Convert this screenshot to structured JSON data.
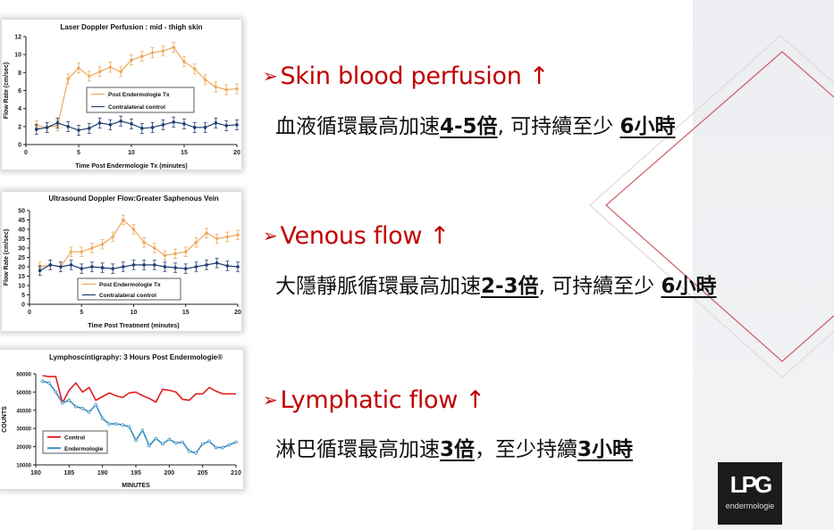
{
  "sections": [
    {
      "heading": "Skin blood perfusion ↑",
      "body_pre": "血液循環最高加速",
      "body_em1": "4-5倍",
      "body_mid": ", 可持續至少 ",
      "body_em2": "6小時"
    },
    {
      "heading": "Venous flow ↑",
      "body_pre": "大隱靜脈循環最高加速",
      "body_em1": "2-3倍",
      "body_mid": ", 可持續至少 ",
      "body_em2": "6小時"
    },
    {
      "heading": "Lymphatic flow ↑",
      "body_pre": "淋巴循環最高加速",
      "body_em1": "3倍",
      "body_mid": "，至少持續",
      "body_em2": "3小時"
    }
  ],
  "bullet": "➢",
  "logo": {
    "text": "LPG",
    "sub": "endermologie"
  },
  "colors": {
    "heading": "#c00000",
    "orange": "#f0a85a",
    "blue": "#1f3f73",
    "red": "#e02020",
    "teal": "#3a8cc0",
    "deco": "#c9404a"
  },
  "chart_data": [
    {
      "type": "line",
      "title": "Laser Doppler Perfusion : mid - thigh skin",
      "xlabel": "Time Post Endermologie Tx (minutes)",
      "ylabel": "Flow Rate (cm/sec)",
      "xlim": [
        0,
        20
      ],
      "ylim": [
        0,
        12
      ],
      "xticks": [
        0,
        5,
        10,
        15,
        20
      ],
      "yticks": [
        0,
        2,
        4,
        6,
        8,
        10,
        12
      ],
      "legend_position": "center",
      "x": [
        1,
        2,
        3,
        4,
        5,
        6,
        7,
        8,
        9,
        10,
        11,
        12,
        13,
        14,
        15,
        16,
        17,
        18,
        19,
        20
      ],
      "series": [
        {
          "name": "Post Endermologie Tx",
          "color": "#f0a85a",
          "marker": "diamond",
          "error_bars": true,
          "values": [
            2.1,
            1.9,
            2.1,
            7.3,
            8.5,
            7.6,
            8.1,
            8.6,
            8.1,
            9.4,
            9.8,
            10.2,
            10.4,
            10.8,
            9.2,
            8.4,
            7.2,
            6.4,
            6.1,
            6.2
          ]
        },
        {
          "name": "Contralateral control",
          "color": "#1f3f73",
          "marker": "circle",
          "error_bars": true,
          "values": [
            1.7,
            1.9,
            2.4,
            2.0,
            1.6,
            1.8,
            2.4,
            2.2,
            2.6,
            2.3,
            1.8,
            1.9,
            2.2,
            2.5,
            2.3,
            1.9,
            1.9,
            2.4,
            2.1,
            2.2
          ]
        }
      ]
    },
    {
      "type": "line",
      "title": "Ultrasound Doppler Flow:Greater Saphenous Vein",
      "xlabel": "Time Post Treatment (minutes)",
      "ylabel": "Flow Rate (cm/sec)",
      "xlim": [
        0,
        20
      ],
      "ylim": [
        0,
        50
      ],
      "xticks": [
        0,
        5,
        10,
        15,
        20
      ],
      "yticks": [
        0,
        5,
        10,
        15,
        20,
        25,
        30,
        35,
        40,
        45,
        50
      ],
      "legend_position": "bottom-center",
      "x": [
        1,
        2,
        3,
        4,
        5,
        6,
        7,
        8,
        9,
        10,
        11,
        12,
        13,
        14,
        15,
        16,
        17,
        18,
        19,
        20
      ],
      "series": [
        {
          "name": "Post Endermologie Tx",
          "color": "#f0a85a",
          "marker": "diamond",
          "error_bars": true,
          "values": [
            20,
            21,
            20,
            28,
            28,
            30,
            32,
            36,
            45,
            40,
            33,
            30,
            26,
            27,
            28,
            33,
            38,
            35,
            36,
            37
          ]
        },
        {
          "name": "Contralateral control",
          "color": "#1f3f73",
          "marker": "circle",
          "error_bars": true,
          "values": [
            18,
            21,
            20,
            21,
            19,
            20,
            19.5,
            19,
            20,
            21,
            21,
            21,
            20,
            19.5,
            19,
            20,
            21,
            22,
            20.5,
            20
          ]
        }
      ]
    },
    {
      "type": "line",
      "title": "Lymphoscintigraphy: 3 Hours Post Endermologie®",
      "xlabel": "MINUTES",
      "ylabel": "COUNTS",
      "xlim": [
        180,
        210
      ],
      "ylim": [
        10000,
        60000
      ],
      "xticks": [
        180,
        185,
        190,
        195,
        200,
        205,
        210
      ],
      "yticks": [
        10000,
        20000,
        30000,
        40000,
        50000,
        60000
      ],
      "legend_position": "bottom-left",
      "x": [
        181,
        182,
        183,
        184,
        185,
        186,
        187,
        188,
        189,
        190,
        191,
        192,
        193,
        194,
        195,
        196,
        197,
        198,
        199,
        200,
        201,
        202,
        203,
        204,
        205,
        206,
        207,
        208,
        209,
        210
      ],
      "series": [
        {
          "name": "Control",
          "color": "#e02020",
          "marker": "none",
          "error_bars": false,
          "values": [
            59000,
            58500,
            58500,
            44000,
            51000,
            55000,
            50000,
            52500,
            45500,
            47500,
            49500,
            48000,
            47000,
            49500,
            50000,
            48000,
            46500,
            44500,
            51500,
            51000,
            50000,
            46000,
            45500,
            49000,
            49000,
            52500,
            50500,
            49000,
            49000,
            49000
          ]
        },
        {
          "name": "Endermologie",
          "color": "#3a8cc0",
          "marker": "open-circle",
          "error_bars": false,
          "values": [
            56000,
            55000,
            50000,
            44000,
            45500,
            42000,
            41000,
            39000,
            43000,
            35500,
            32500,
            32500,
            32000,
            31000,
            23500,
            29000,
            20500,
            24500,
            21500,
            24000,
            22000,
            22500,
            17500,
            16500,
            21500,
            23000,
            19500,
            19500,
            21000,
            22500
          ]
        }
      ]
    }
  ]
}
